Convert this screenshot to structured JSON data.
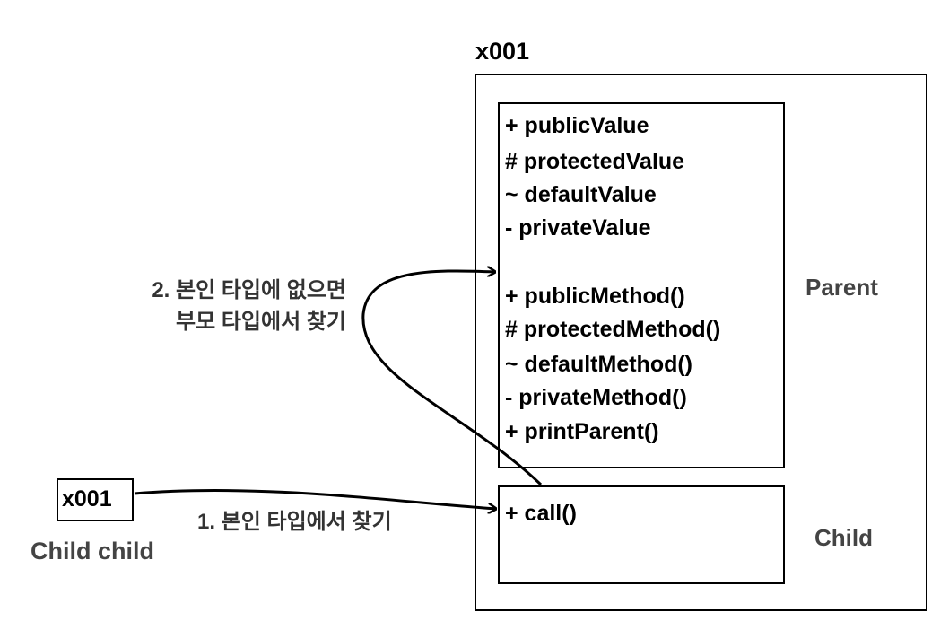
{
  "memory": {
    "address": "x001"
  },
  "parent": {
    "label": "Parent",
    "fields": [
      "+ publicValue",
      "# protectedValue",
      "~ defaultValue",
      "- privateValue"
    ],
    "methods": [
      "+ publicMethod()",
      "# protectedMethod()",
      "~ defaultMethod()",
      "- privateMethod()",
      "+ printParent()"
    ]
  },
  "child": {
    "label": "Child",
    "methods": [
      "+ call()"
    ]
  },
  "variable": {
    "value": "x001",
    "declaration": "Child child"
  },
  "steps": {
    "step1": "1. 본인 타입에서 찾기",
    "step2_line1": "2. 본인 타입에 없으면",
    "step2_line2": "부모 타입에서 찾기"
  },
  "colors": {
    "stroke": "#000000",
    "label_gray": "#444444"
  }
}
